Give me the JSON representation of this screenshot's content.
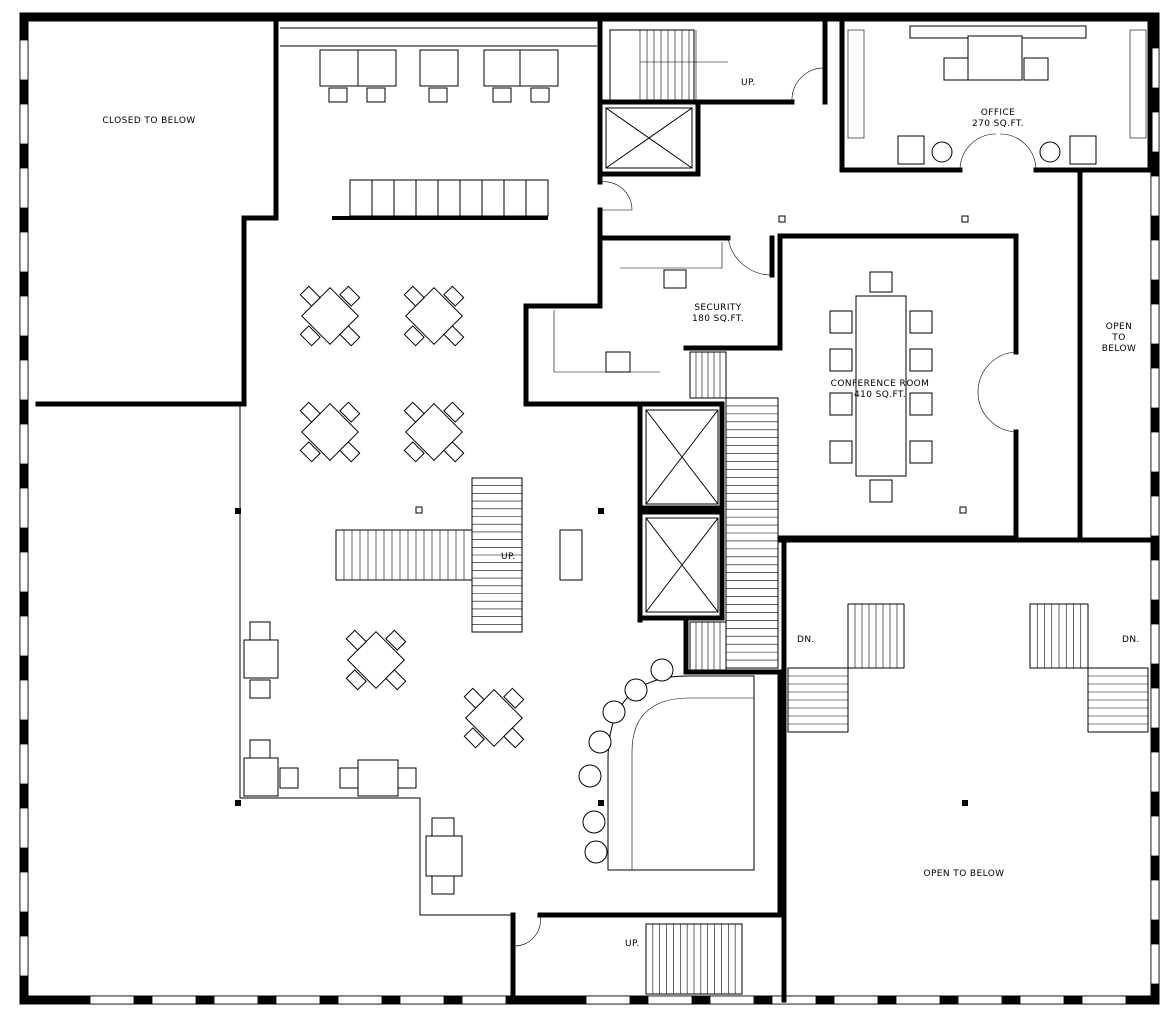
{
  "rooms": {
    "closed_to_below": "CLOSED TO BELOW",
    "office_name": "OFFICE",
    "office_area": "270 SQ.FT.",
    "security_name": "SECURITY",
    "security_area": "180 SQ.FT.",
    "conference_name": "CONFERENCE ROOM",
    "conference_area": "410 SQ.FT.",
    "open_to_below_right": "OPEN TO BELOW",
    "open_to_below_bottom": "OPEN TO BELOW"
  },
  "stairs": {
    "up_top": "UP.",
    "up_center": "UP.",
    "up_bottom": "UP.",
    "dn_left": "DN.",
    "dn_right": "DN."
  },
  "colors": {
    "wall": "#000000",
    "background": "#ffffff"
  }
}
